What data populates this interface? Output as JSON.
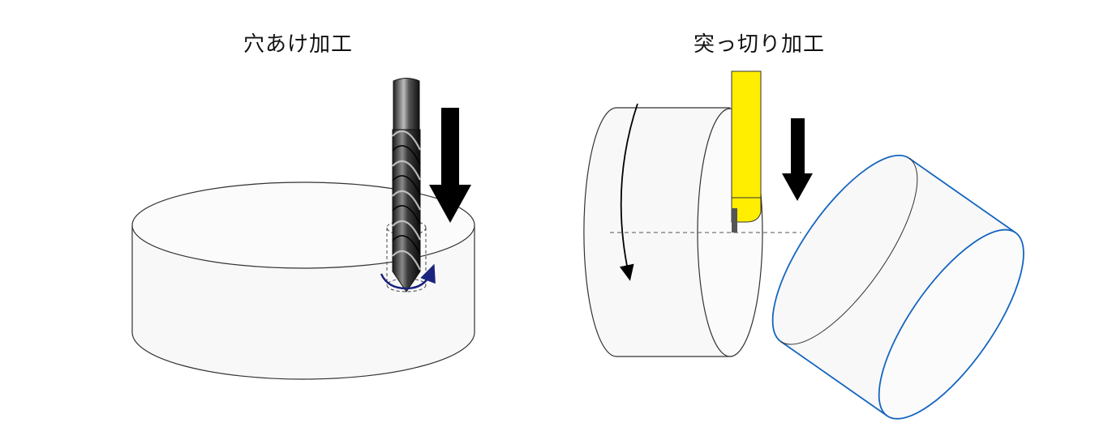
{
  "diagram": {
    "left_panel": {
      "title": "穴あけ加工",
      "tool": "drill-bit-icon",
      "feed_direction": "down",
      "rotation_indicator": "rotation-arrow-icon"
    },
    "right_panel": {
      "title": "突っ切り加工",
      "tool": "parting-tool-icon",
      "feed_direction": "down",
      "rotation_indicator": "rotation-arrow-icon"
    },
    "colors": {
      "workpiece_fill": "#f8f8f8",
      "workpiece_stroke": "#333333",
      "cutoff_stroke": "#1565c0",
      "tool_yellow": "#ffee00",
      "arrow": "#000000",
      "rotation_arrow_left": "#1a237e"
    }
  }
}
